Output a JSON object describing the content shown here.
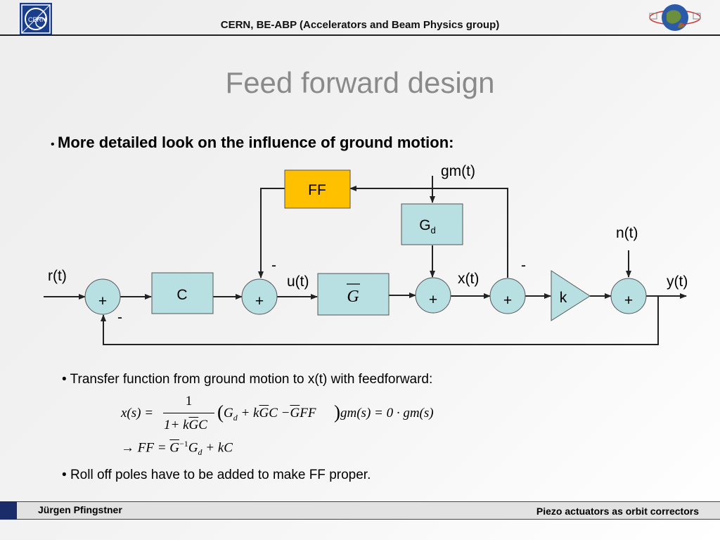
{
  "header": {
    "title": "CERN, BE-ABP (Accelerators and Beam Physics group)",
    "logo_text": "CERN"
  },
  "slide": {
    "title": "Feed forward design",
    "bullet_main": "More detailed look on the influence of ground motion:",
    "bullet_transfer": "Transfer function from ground motion to x(t) with feedforward:",
    "bullet_rolloff": "Roll off poles have to be added to make FF proper."
  },
  "diagram": {
    "ff_label": "FF",
    "gd_label": "G",
    "gd_sub": "d",
    "c_label": "C",
    "g_label": "G",
    "k_label": "k",
    "plus": "+",
    "minus": "-",
    "signal_r": "r(t)",
    "signal_u": "u(t)",
    "signal_x": "x(t)",
    "signal_y": "y(t)",
    "signal_gm": "gm(t)",
    "signal_n": "n(t)",
    "colors": {
      "ff_fill": "#ffc000",
      "block_fill": "#b8dfe1",
      "sum_fill": "#b8dfe1"
    }
  },
  "formula1": {
    "lhs": "x(s) =",
    "num": "1",
    "den_a": "1+ k",
    "den_g": "G",
    "den_b": "C",
    "paren_open": "(",
    "t1": "G",
    "t1_sub": "d",
    "t2": " + k",
    "t2_g": "G",
    "t2_b": "C −",
    "t3_g": "G",
    "t3_b": "FF",
    "paren_close": ")",
    "rhs": "gm(s) = 0 · gm(s)"
  },
  "formula2": {
    "arrow": "→",
    "a": "FF =",
    "g": "G",
    "sup": "−1",
    "b": "G",
    "b_sub": "d",
    "c": "+ kC"
  },
  "footer": {
    "author": "Jürgen Pfingstner",
    "talk_title": "Piezo actuators as orbit correctors"
  }
}
